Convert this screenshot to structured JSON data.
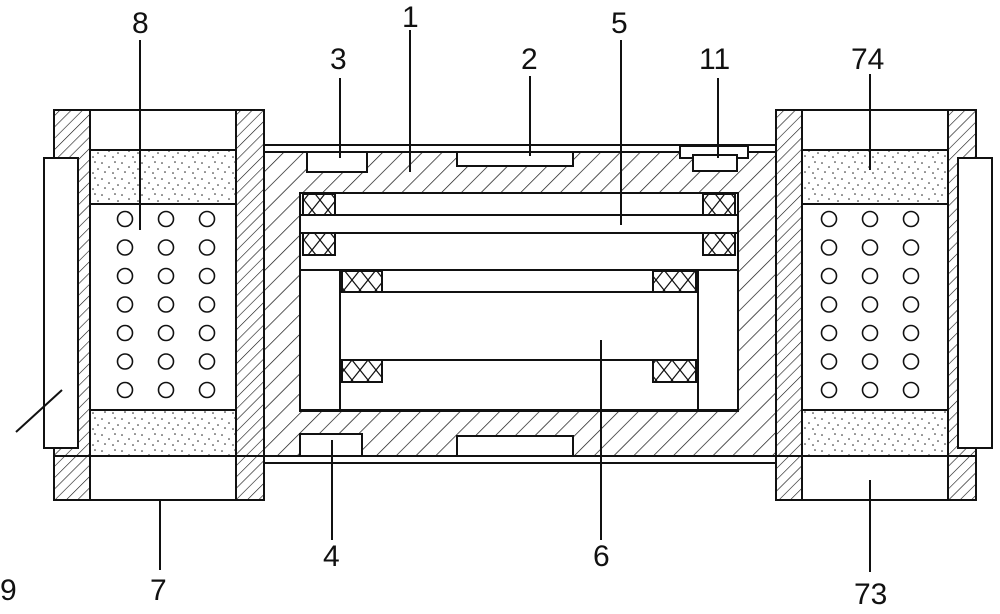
{
  "labels": {
    "l1": "1",
    "l2": "2",
    "l3": "3",
    "l4": "4",
    "l5": "5",
    "l6": "6",
    "l7": "7",
    "l8": "8",
    "l9": "9",
    "l11": "11",
    "l73": "73",
    "l74": "74"
  },
  "colors": {
    "line": "#111111",
    "hatch": "#111111",
    "sand": "#d9d9d9",
    "background": "#ffffff"
  }
}
